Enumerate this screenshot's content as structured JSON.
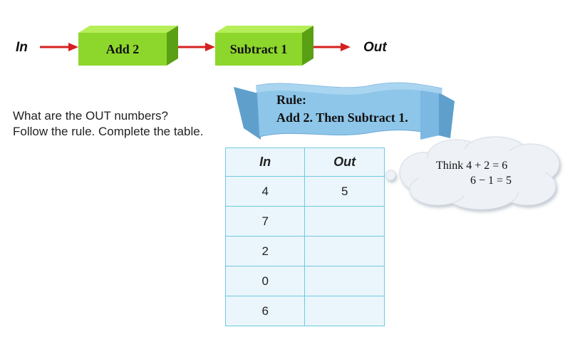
{
  "flow": {
    "in_label": "In",
    "out_label": "Out",
    "steps": [
      "Add 2",
      "Subtract 1"
    ]
  },
  "instructions": {
    "line1": "What are the OUT numbers?",
    "line2": "Follow the rule. Complete the table."
  },
  "rule": {
    "title": "Rule:",
    "text": "Add 2. Then Subtract 1."
  },
  "table": {
    "headers": [
      "In",
      "Out"
    ],
    "rows": [
      {
        "in": "4",
        "out": "5"
      },
      {
        "in": "7",
        "out": ""
      },
      {
        "in": "2",
        "out": ""
      },
      {
        "in": "0",
        "out": ""
      },
      {
        "in": "6",
        "out": ""
      }
    ]
  },
  "hint": {
    "line1": "Think 4 + 2 = 6",
    "line2": "6 − 1 = 5"
  },
  "colors": {
    "box_front": "#8dd62c",
    "box_top": "#b6ee5a",
    "box_side": "#5aa014",
    "arrow": "#d62020",
    "ribbon": "#8ec6ea",
    "table_border": "#6fc9e3",
    "table_fill": "#eaf6fb",
    "cloud_fill": "#eef2f6"
  }
}
